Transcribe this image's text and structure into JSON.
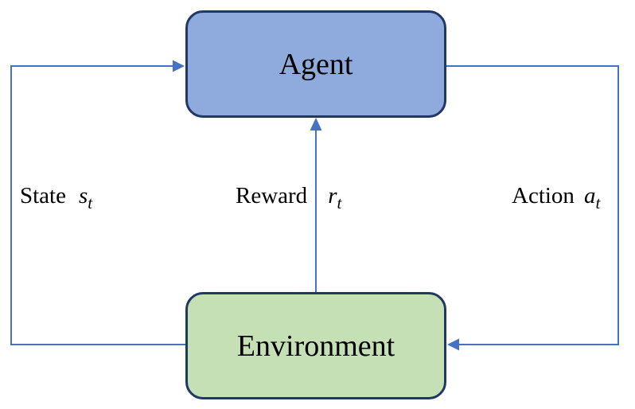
{
  "diagram": {
    "type": "flow-diagram",
    "topic": "reinforcement-learning-loop",
    "nodes": {
      "agent": {
        "label": "Agent"
      },
      "environment": {
        "label": "Environment"
      }
    },
    "edges": {
      "state": {
        "label": "State",
        "var": "s",
        "sub": "t",
        "from": "Environment",
        "to": "Agent",
        "side": "left"
      },
      "reward": {
        "label": "Reward",
        "var": "r",
        "sub": "t",
        "from": "Environment",
        "to": "Agent",
        "side": "center"
      },
      "action": {
        "label": "Action",
        "var": "a",
        "sub": "t",
        "from": "Agent",
        "to": "Environment",
        "side": "right"
      }
    }
  },
  "colors": {
    "agent-fill": "#8FAADC",
    "agent-border": "#1F3864",
    "env-fill": "#C5E0B4",
    "env-border": "#1F3864",
    "arrow": "#4472C4",
    "text": "#000000"
  }
}
